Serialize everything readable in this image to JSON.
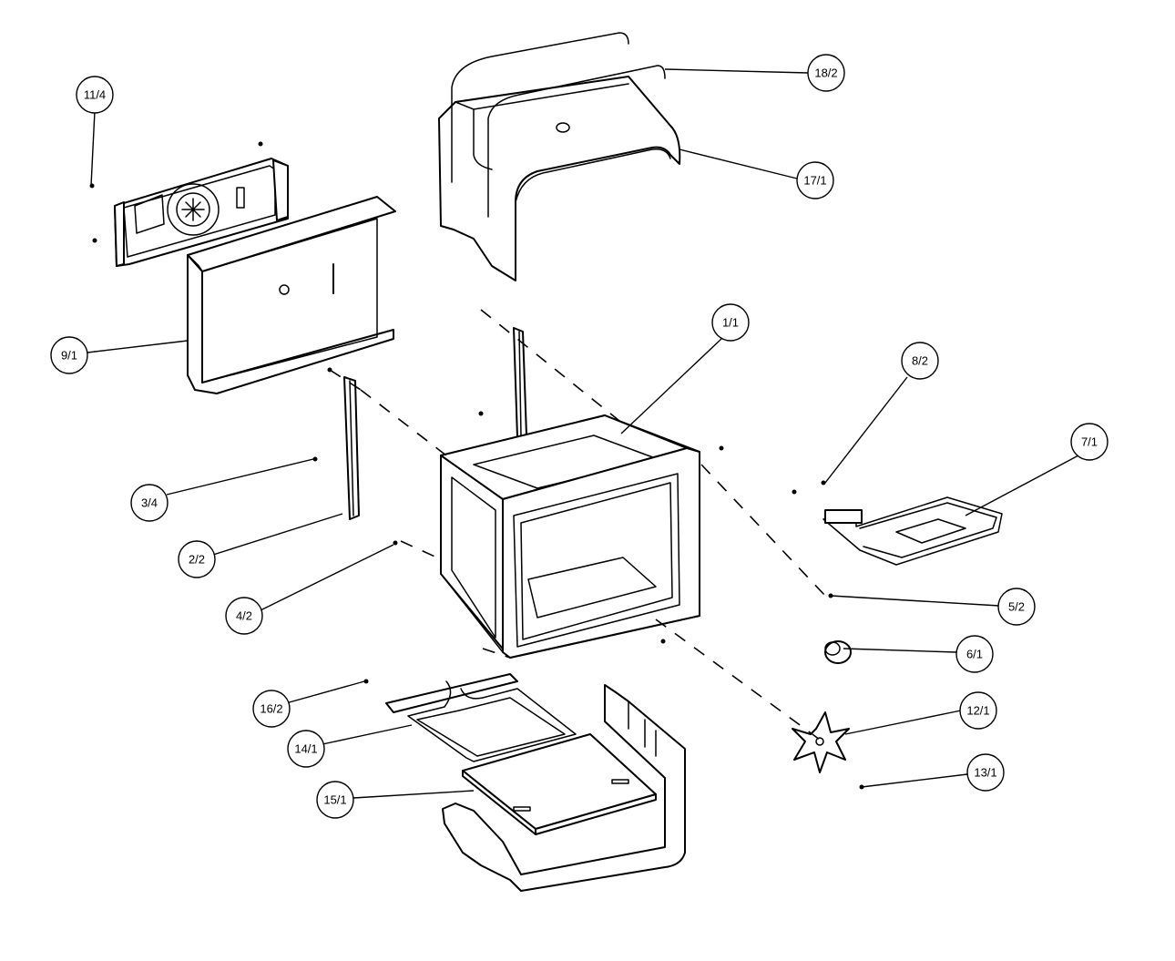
{
  "callouts": [
    {
      "id": "c-11-4",
      "label": "11/4"
    },
    {
      "id": "c-18-2",
      "label": "18/2"
    },
    {
      "id": "c-17-1",
      "label": "17/1"
    },
    {
      "id": "c-9-1",
      "label": "9/1"
    },
    {
      "id": "c-1-1",
      "label": "1/1"
    },
    {
      "id": "c-8-2",
      "label": "8/2"
    },
    {
      "id": "c-7-1",
      "label": "7/1"
    },
    {
      "id": "c-3-4",
      "label": "3/4"
    },
    {
      "id": "c-2-2",
      "label": "2/2"
    },
    {
      "id": "c-4-2",
      "label": "4/2"
    },
    {
      "id": "c-5-2",
      "label": "5/2"
    },
    {
      "id": "c-6-1",
      "label": "6/1"
    },
    {
      "id": "c-12-1",
      "label": "12/1"
    },
    {
      "id": "c-16-2",
      "label": "16/2"
    },
    {
      "id": "c-14-1",
      "label": "14/1"
    },
    {
      "id": "c-13-1",
      "label": "13/1"
    },
    {
      "id": "c-15-1",
      "label": "15/1"
    }
  ]
}
